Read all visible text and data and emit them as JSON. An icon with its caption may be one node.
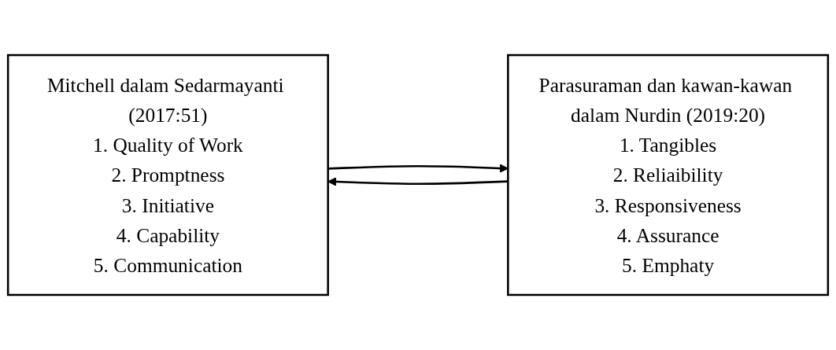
{
  "diagram": {
    "nodes": [
      {
        "text": [
          "Mitchell dalam Sedarmayanti (2017:51)",
          "1. Quality of Work",
          "2. Promptness",
          "3. Initiative",
          "4. Capability",
          "5. Communication"
        ]
      },
      {
        "text": [
          "Parasuraman dan kawan-kawan dalam Nurdin (2019:20)",
          "1. Tangibles",
          "2. Reliaibility",
          "3. Responsiveness",
          "4. Assurance",
          "5. Emphaty"
        ]
      }
    ],
    "edges": [
      {
        "from": 1,
        "to": 0,
        "arrow": "to"
      },
      {
        "from": 0,
        "to": 1,
        "arrow": "to"
      }
    ]
  }
}
